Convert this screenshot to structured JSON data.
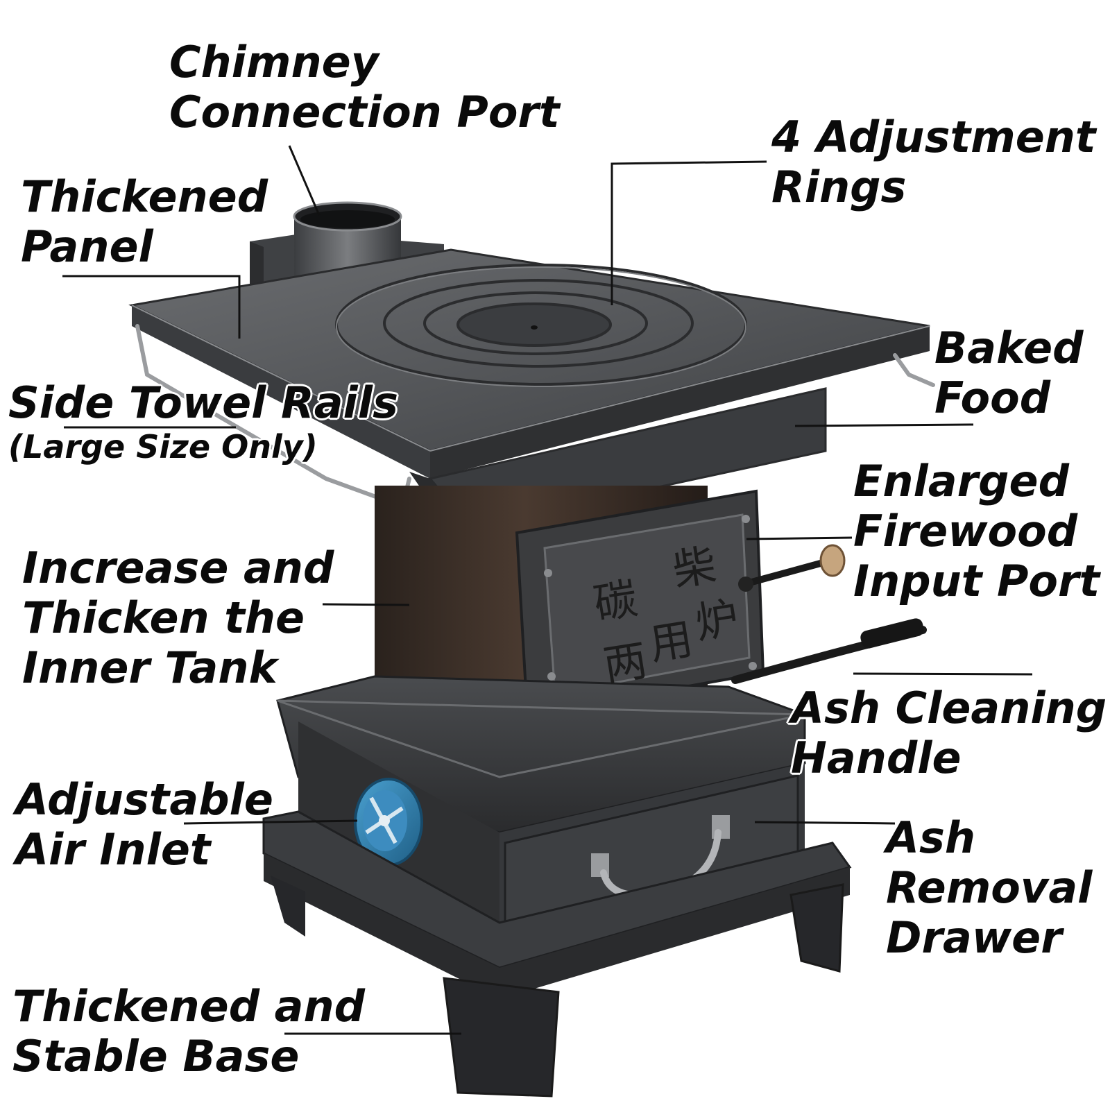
{
  "diagram": {
    "colors": {
      "steel_dark": "#2f3032",
      "steel_mid": "#55575a",
      "steel_light": "#8a8c8f",
      "body_brown": "#3a2e27",
      "air_inlet_blue": "#2f7fb0",
      "leader_line": "#111111"
    },
    "labels": {
      "chimney": [
        "Chimney",
        "Connection Port"
      ],
      "rings": [
        "4 Adjustment",
        "Rings"
      ],
      "panel": [
        "Thickened",
        "Panel"
      ],
      "rails": [
        "Side Towel Rails"
      ],
      "rails_note": "(Large Size Only)",
      "baked": [
        "Baked",
        "Food"
      ],
      "firewood": [
        "Enlarged",
        "Firewood",
        "Input Port"
      ],
      "tank": [
        "Increase and",
        "Thicken the",
        "Inner Tank"
      ],
      "ash_handle": [
        "Ash Cleaning",
        "Handle"
      ],
      "air_inlet": [
        "Adjustable",
        "Air Inlet"
      ],
      "drawer": [
        "Ash",
        "Removal",
        "Drawer"
      ],
      "base": [
        "Thickened and",
        "Stable Base"
      ]
    },
    "door_characters": [
      "柴",
      "碳",
      "两",
      "用",
      "炉"
    ]
  }
}
